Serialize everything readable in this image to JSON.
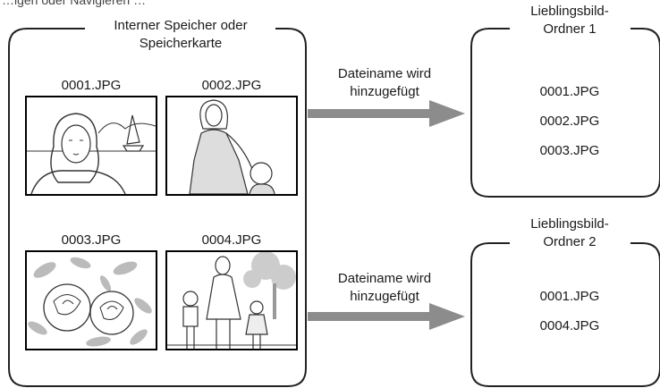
{
  "header_text": "…igen oder Navigieren …",
  "source": {
    "title_line1": "Interner Speicher oder",
    "title_line2": "Speicherkarte",
    "images": [
      {
        "file": "0001.JPG",
        "icon": "woman-at-lake-photo"
      },
      {
        "file": "0002.JPG",
        "icon": "woman-with-child-photo"
      },
      {
        "file": "0003.JPG",
        "icon": "flowers-photo"
      },
      {
        "file": "0004.JPG",
        "icon": "family-in-park-photo"
      }
    ]
  },
  "arrows": [
    {
      "line1": "Dateiname wird",
      "line2": "hinzugefügt",
      "color": "#8c8c8c"
    },
    {
      "line1": "Dateiname wird",
      "line2": "hinzugefügt",
      "color": "#8c8c8c"
    }
  ],
  "folders": [
    {
      "title_line1": "Lieblingsbild-",
      "title_line2": "Ordner 1",
      "files": [
        "0001.JPG",
        "0002.JPG",
        "0003.JPG"
      ]
    },
    {
      "title_line1": "Lieblingsbild-",
      "title_line2": "Ordner 2",
      "files": [
        "0001.JPG",
        "0004.JPG"
      ]
    }
  ]
}
